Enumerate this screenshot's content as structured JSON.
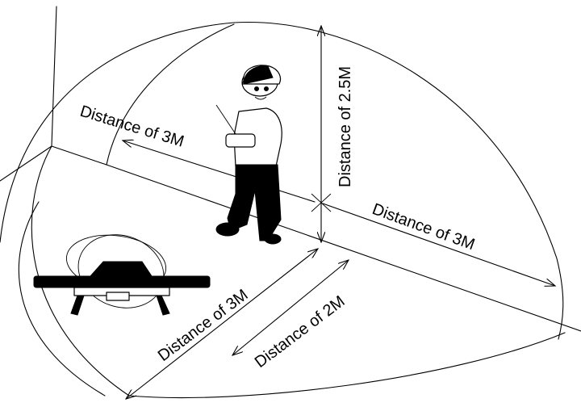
{
  "labels": {
    "vertical_distance": "Distance of 2.5M",
    "left_distance": "Distance of 3M",
    "right_distance": "Distance of 3M",
    "front_distance": "Distance of 3M",
    "drone_distance": "Distance of 2M"
  },
  "colors": {
    "line": "#000000",
    "background": "#ffffff"
  }
}
